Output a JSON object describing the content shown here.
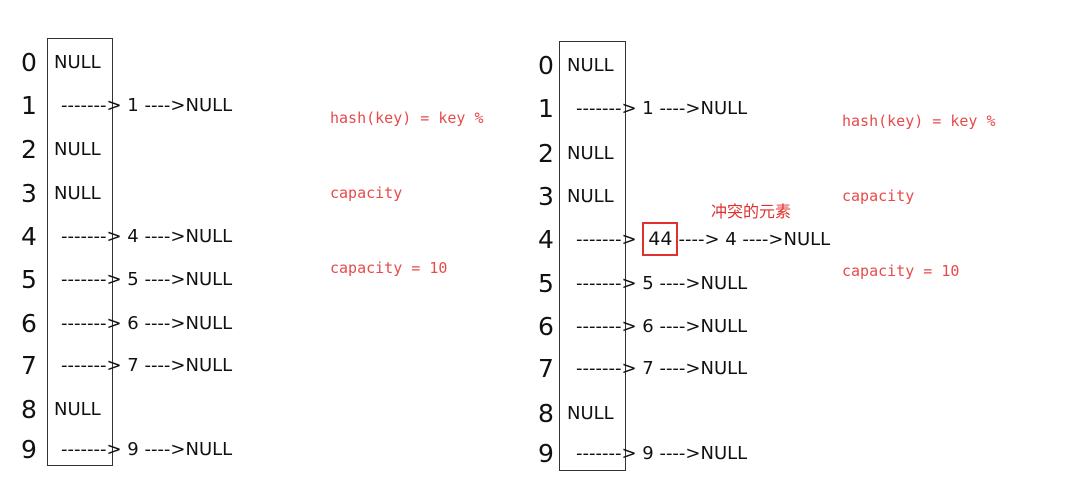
{
  "left_table": {
    "formula": [
      "hash(key) = key %",
      "capacity",
      "capacity = 10"
    ],
    "rows": [
      {
        "index": "0",
        "null_cell": "NULL",
        "chain": ""
      },
      {
        "index": "1",
        "null_cell": "",
        "chain": "-------> 1 ---->NULL"
      },
      {
        "index": "2",
        "null_cell": "NULL",
        "chain": ""
      },
      {
        "index": "3",
        "null_cell": "NULL",
        "chain": ""
      },
      {
        "index": "4",
        "null_cell": "",
        "chain": "-------> 4 ---->NULL"
      },
      {
        "index": "5",
        "null_cell": "",
        "chain": "-------> 5 ---->NULL"
      },
      {
        "index": "6",
        "null_cell": "",
        "chain": "-------> 6 ---->NULL"
      },
      {
        "index": "7",
        "null_cell": "",
        "chain": "-------> 7 ---->NULL"
      },
      {
        "index": "8",
        "null_cell": "NULL",
        "chain": ""
      },
      {
        "index": "9",
        "null_cell": "",
        "chain": "-------> 9 ---->NULL"
      }
    ]
  },
  "right_table": {
    "formula": [
      "hash(key) = key %",
      "capacity",
      "capacity = 10"
    ],
    "conflict_label": "冲突的元素",
    "conflict_value": "44",
    "conflict_prefix": "-------> ",
    "conflict_suffix": "----> 4 ---->NULL",
    "rows": [
      {
        "index": "0",
        "null_cell": "NULL",
        "chain": ""
      },
      {
        "index": "1",
        "null_cell": "",
        "chain": "-------> 1 ---->NULL"
      },
      {
        "index": "2",
        "null_cell": "NULL",
        "chain": ""
      },
      {
        "index": "3",
        "null_cell": "NULL",
        "chain": ""
      },
      {
        "index": "4",
        "null_cell": "",
        "chain": ""
      },
      {
        "index": "5",
        "null_cell": "",
        "chain": "-------> 5 ---->NULL"
      },
      {
        "index": "6",
        "null_cell": "",
        "chain": "-------> 6 ---->NULL"
      },
      {
        "index": "7",
        "null_cell": "",
        "chain": "-------> 7 ---->NULL"
      },
      {
        "index": "8",
        "null_cell": "NULL",
        "chain": ""
      },
      {
        "index": "9",
        "null_cell": "",
        "chain": "-------> 9 ---->NULL"
      }
    ]
  },
  "colors": {
    "formula_text": "#e84a4a",
    "conflict_highlight": "#e03030",
    "text": "#111111"
  }
}
